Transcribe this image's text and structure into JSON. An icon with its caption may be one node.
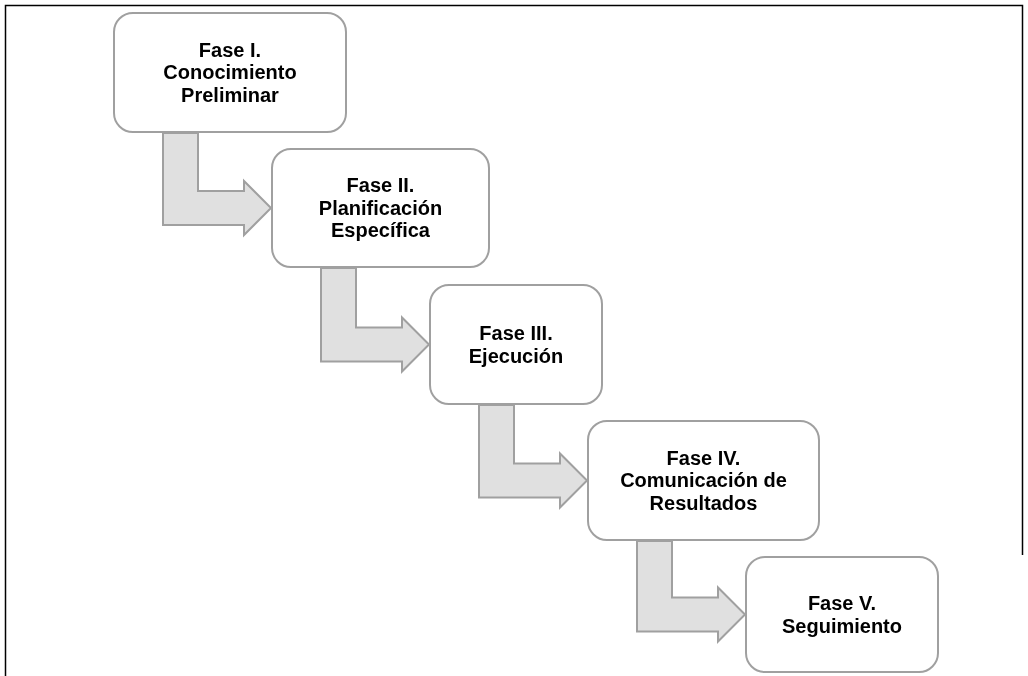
{
  "diagram": {
    "nodes": [
      {
        "text": [
          "Fase I.",
          "Conocimiento Preliminar"
        ]
      },
      {
        "text": [
          "Fase II.",
          "Planificación Específica"
        ]
      },
      {
        "text": [
          "Fase III.",
          "Ejecución"
        ]
      },
      {
        "text": [
          "Fase IV.",
          "Comunicación de Resultados"
        ]
      },
      {
        "text": [
          "Fase V.",
          "Seguimiento"
        ]
      }
    ],
    "edges": [
      {
        "from": 0,
        "to": 1,
        "arrow": "to"
      },
      {
        "from": 1,
        "to": 2,
        "arrow": "to"
      },
      {
        "from": 2,
        "to": 3,
        "arrow": "to"
      },
      {
        "from": 3,
        "to": 4,
        "arrow": "to"
      }
    ]
  }
}
